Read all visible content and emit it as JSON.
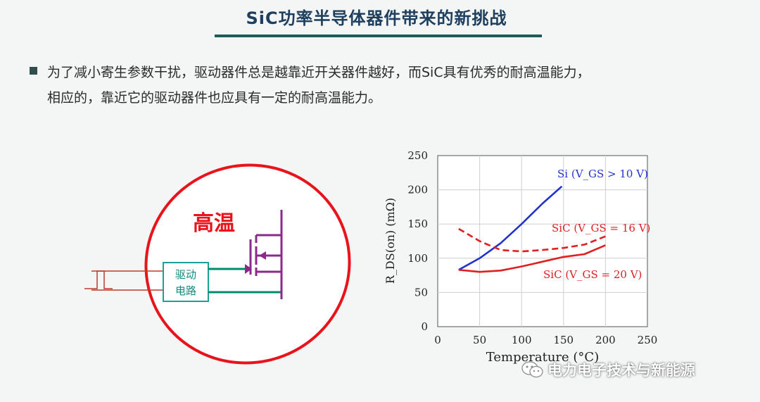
{
  "slide": {
    "title": "SiC功率半导体器件带来的新挑战",
    "bullet_line1": "为了减小寄生参数干扰，驱动器件总是越靠近开关器件越好，而SiC具有优秀的耐高温能力，",
    "bullet_line2": "相应的，靠近它的驱动器件也应具有一定的耐高温能力。"
  },
  "diagram": {
    "hot_label": "高温",
    "driver_line1": "驱动",
    "driver_line2": "电路",
    "colors": {
      "ellipse": "#e8131b",
      "wire": "#008b6e",
      "mosfet": "#8a2a8a",
      "box": "#1aa096",
      "signal": "#c0392b",
      "hot": "#e8131b"
    }
  },
  "chart_data": {
    "type": "line",
    "xlabel": "Temperature (°C)",
    "ylabel": "R_DS(on) (mΩ)",
    "xlim": [
      0,
      250
    ],
    "ylim": [
      0,
      250
    ],
    "xticks": [
      "0",
      "50",
      "100",
      "150",
      "200",
      "250"
    ],
    "yticks": [
      "0",
      "50",
      "100",
      "150",
      "200",
      "250"
    ],
    "grid": true,
    "series": [
      {
        "name": "Si (V_GS > 10 V)",
        "color": "#2233cc",
        "dashed": false,
        "x": [
          25,
          50,
          75,
          100,
          125,
          148
        ],
        "y": [
          83,
          100,
          122,
          150,
          180,
          205
        ]
      },
      {
        "name": "SiC (V_GS = 16 V)",
        "color": "#e02020",
        "dashed": true,
        "x": [
          25,
          50,
          75,
          100,
          125,
          150,
          175,
          200
        ],
        "y": [
          143,
          125,
          112,
          110,
          112,
          115,
          120,
          132
        ]
      },
      {
        "name": "SiC (V_GS = 20 V)",
        "color": "#e02020",
        "dashed": false,
        "x": [
          25,
          50,
          75,
          100,
          125,
          150,
          175,
          200
        ],
        "y": [
          83,
          80,
          82,
          88,
          95,
          102,
          106,
          119
        ]
      }
    ]
  },
  "watermark": {
    "text": "电力电子技术与新能源",
    "icon": "wechat-icon"
  }
}
